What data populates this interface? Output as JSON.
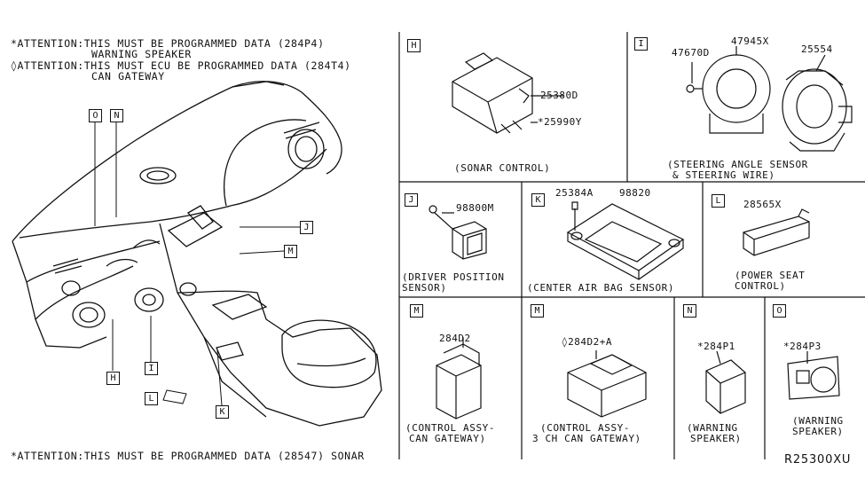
{
  "attention": {
    "line1": "*ATTENTION:THIS MUST BE PROGRAMMED DATA (284P4)",
    "line1b": "WARNING SPEAKER",
    "line2": "◊ATTENTION:THIS MUST ECU BE PROGRAMMED DATA (284T4)",
    "line2b": "CAN GATEWAY",
    "bottom": "*ATTENTION:THIS MUST BE PROGRAMMED DATA (28547) SONAR"
  },
  "main_callouts": {
    "O": "O",
    "N": "N",
    "J": "J",
    "M": "M",
    "I": "I",
    "H": "H",
    "L": "L",
    "K": "K"
  },
  "panels": {
    "H": {
      "letter": "H",
      "parts": [
        "25380D",
        "*25990Y"
      ],
      "caption": [
        "(SONAR CONTROL)"
      ]
    },
    "I": {
      "letter": "I",
      "parts": [
        "47670D",
        "47945X",
        "25554"
      ],
      "caption": [
        "(STEERING ANGLE SENSOR",
        "& STEERING WIRE)"
      ]
    },
    "J": {
      "letter": "J",
      "parts": [
        "98800M"
      ],
      "caption": [
        "(DRIVER POSITION",
        "SENSOR)"
      ]
    },
    "K": {
      "letter": "K",
      "parts": [
        "25384A",
        "98820"
      ],
      "caption": [
        "(CENTER AIR BAG SENSOR)"
      ]
    },
    "L": {
      "letter": "L",
      "parts": [
        "28565X"
      ],
      "caption": [
        "(POWER SEAT",
        "CONTROL)"
      ]
    },
    "M1": {
      "letter": "M",
      "parts": [
        "284D2"
      ],
      "caption": [
        "(CONTROL ASSY-",
        "CAN GATEWAY)"
      ]
    },
    "M2": {
      "letter": "M",
      "parts": [
        "◊284D2+A"
      ],
      "caption": [
        "(CONTROL ASSY-",
        "3 CH CAN GATEWAY)"
      ]
    },
    "N": {
      "letter": "N",
      "parts": [
        "*284P1"
      ],
      "caption": [
        "(WARNING",
        "SPEAKER)"
      ]
    },
    "O": {
      "letter": "O",
      "parts": [
        "*284P3"
      ],
      "caption": [
        "(WARNING",
        "SPEAKER)"
      ]
    }
  },
  "diagram_ref": "R25300XU"
}
